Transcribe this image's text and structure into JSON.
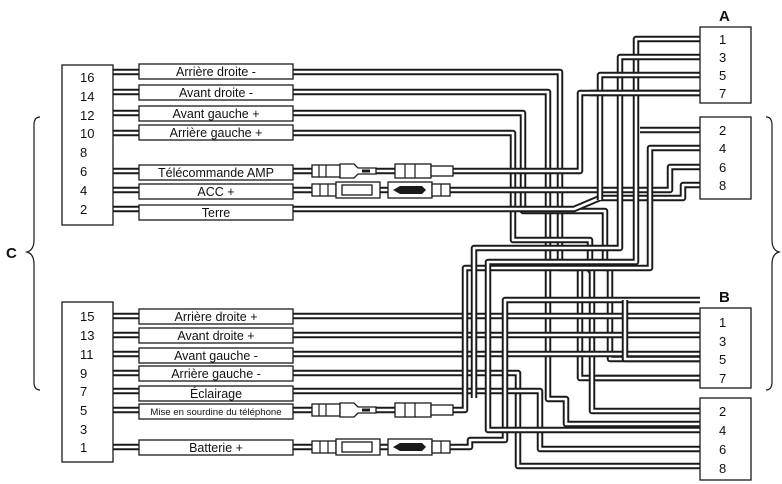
{
  "connectors": {
    "A": {
      "label": "A",
      "pins": [
        "1",
        "3",
        "5",
        "7"
      ]
    },
    "A2": {
      "pins": [
        "2",
        "4",
        "6",
        "8"
      ]
    },
    "B": {
      "label": "B",
      "pins": [
        "1",
        "3",
        "5",
        "7"
      ]
    },
    "B2": {
      "pins": [
        "2",
        "4",
        "6",
        "8"
      ]
    },
    "C": {
      "label": "C"
    },
    "C_top": {
      "pins": [
        "16",
        "14",
        "12",
        "10",
        "8",
        "6",
        "4",
        "2"
      ]
    },
    "C_bottom": {
      "pins": [
        "15",
        "13",
        "11",
        "9",
        "7",
        "5",
        "3",
        "1"
      ]
    }
  },
  "wire_labels": {
    "top": [
      "Arrière droite -",
      "Avant droite -",
      "Avant gauche +",
      "Arrière gauche +",
      "Télécommande AMP",
      "ACC +",
      "Terre"
    ],
    "bottom": [
      "Arrière droite +",
      "Avant droite +",
      "Avant gauche -",
      "Arrière gauche -",
      "Éclairage",
      "Mise en sourdine du téléphone",
      "Batterie +"
    ]
  }
}
